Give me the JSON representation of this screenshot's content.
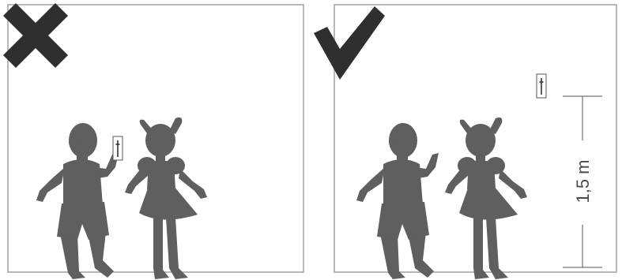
{
  "panels": [
    {
      "id": "wrong",
      "verdict": "incorrect",
      "symbol": "cross-icon"
    },
    {
      "id": "right",
      "verdict": "correct",
      "symbol": "checkmark-icon"
    }
  ],
  "measurement": {
    "label": "1,5 m"
  },
  "colors": {
    "silhouette": "#5f5f5f",
    "symbol": "#2f2f2f",
    "frame": "#9a9a9a",
    "switch_border": "#555555"
  }
}
